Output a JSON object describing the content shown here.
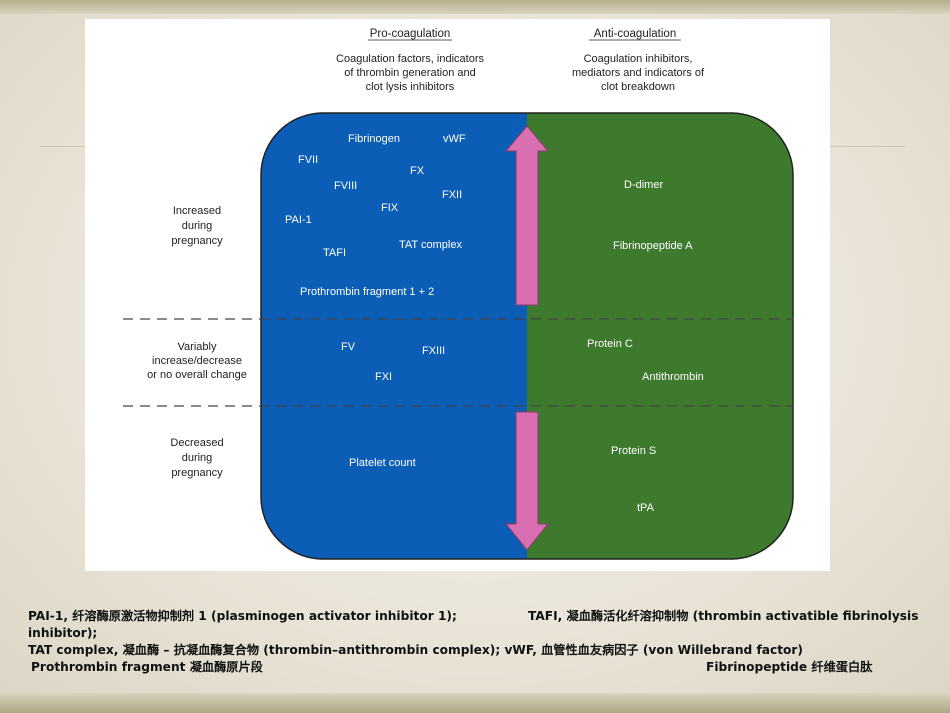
{
  "diagram": {
    "pro_header": "Pro-coagulation",
    "pro_desc": [
      "Coagulation factors, indicators",
      "of thrombin generation and",
      "clot lysis inhibitors"
    ],
    "anti_header": "Anti-coagulation",
    "anti_desc": [
      "Coagulation inhibitors,",
      "mediators and indicators of",
      "clot breakdown"
    ],
    "row_labels": {
      "increased": [
        "Increased",
        "during",
        "pregnancy"
      ],
      "variable": [
        "Variably",
        "increase/decrease",
        "or no overall change"
      ],
      "decreased": [
        "Decreased",
        "during",
        "pregnancy"
      ]
    },
    "pro_increased": [
      "Fibrinogen",
      "vWF",
      "FVII",
      "FX",
      "FVIII",
      "FXII",
      "FIX",
      "PAI-1",
      "TAT complex",
      "TAFI",
      "Prothrombin fragment 1 + 2"
    ],
    "pro_variable": [
      "FV",
      "FXIII",
      "FXI"
    ],
    "pro_decreased": [
      "Platelet count"
    ],
    "anti_increased": [
      "D-dimer",
      "Fibrinopeptide A"
    ],
    "anti_variable": [
      "Protein C",
      "Antithrombin"
    ],
    "anti_decreased": [
      "Protein S",
      "tPA"
    ],
    "colors": {
      "pro": "#0b5db5",
      "anti": "#3e7a2e",
      "arrow": "#d96fb0",
      "border": "#222222"
    }
  },
  "caption": {
    "line1_left": "PAI-1, 纤溶酶原激活物抑制剂 1 (plasminogen activator inhibitor 1);",
    "line1_right": "TAFI, 凝血酶活化纤溶抑制物 (thrombin activatible fibrinolysis",
    "line2": "inhibitor);",
    "line3": "TAT complex, 凝血酶  –  抗凝血酶复合物 (thrombin–antithrombin complex);  vWF,  血管性血友病因子 (von Willebrand factor)",
    "line4_left": "Prothrombin fragment   凝血酶原片段",
    "line4_right": "Fibrinopeptide   纤维蛋白肽"
  }
}
